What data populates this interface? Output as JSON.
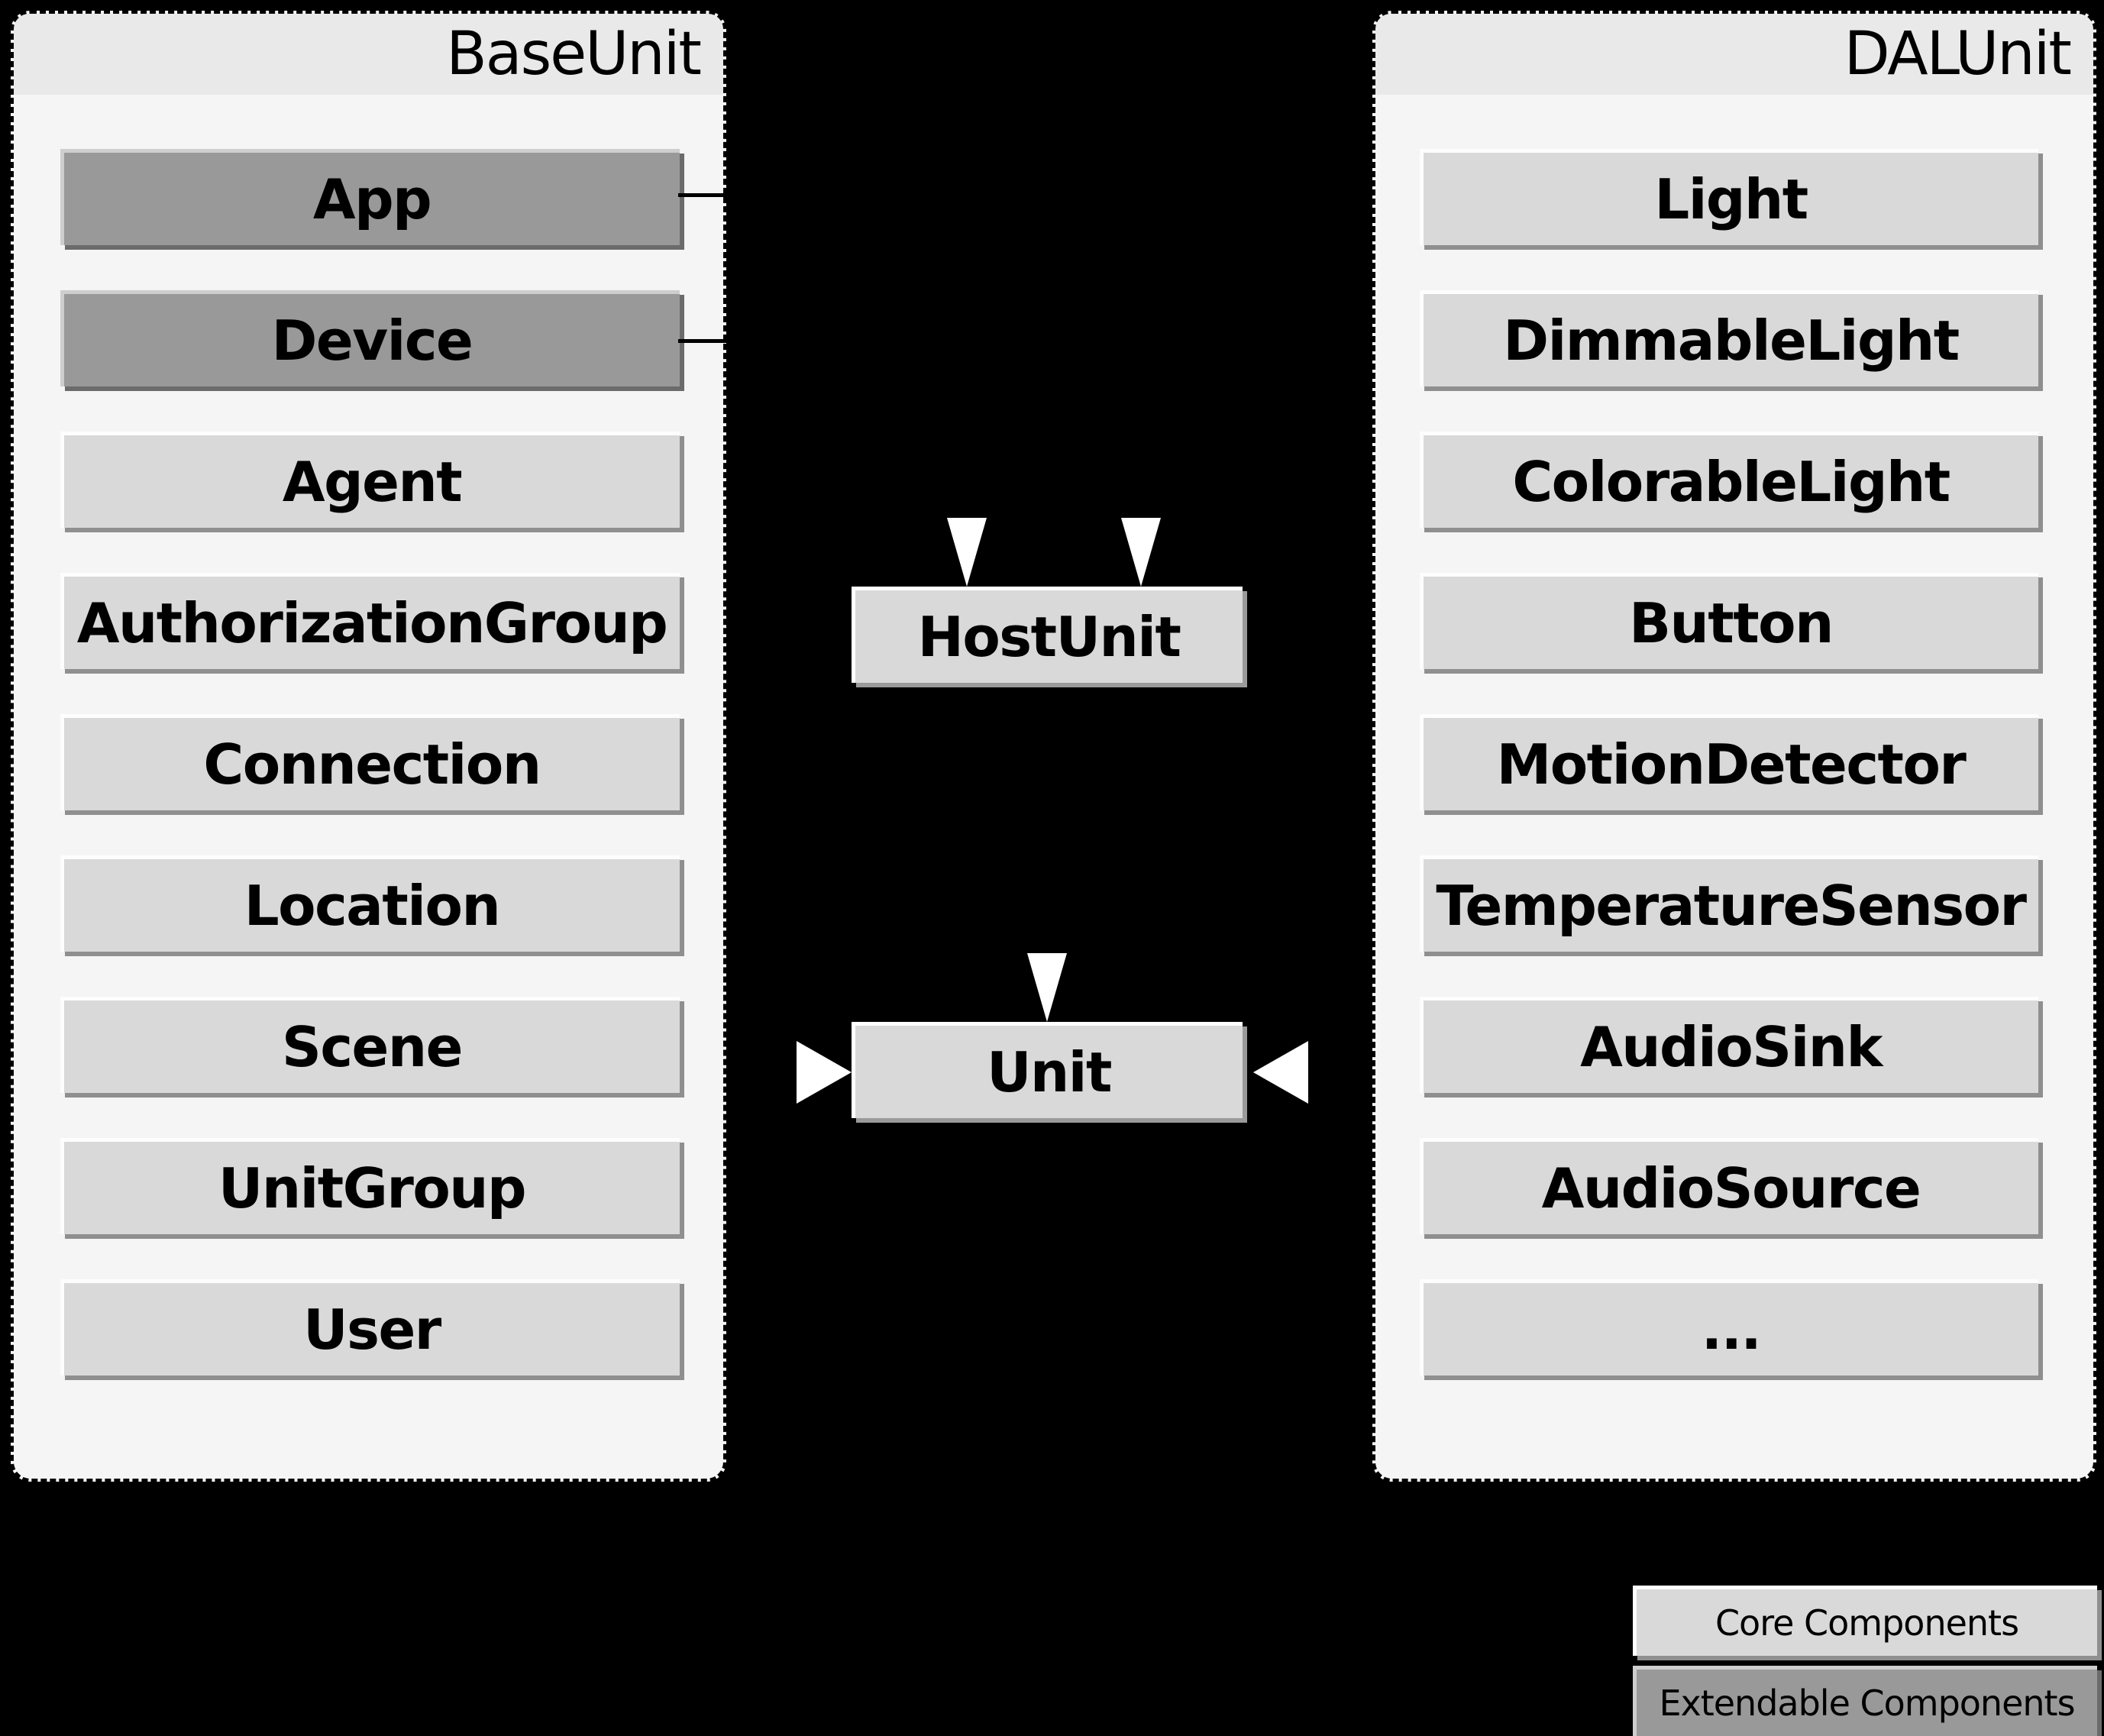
{
  "colors": {
    "background": "#000000",
    "panel_bg": "#f5f5f5",
    "panel_header_bg": "#e9e9e9",
    "core_fill": "#d9d9d9",
    "extendable_fill": "#999999",
    "bevel_highlight": "#fdfdfd",
    "bevel_shadow": "#8f8f8f",
    "arrowhead": "#ffffff",
    "text": "#000000"
  },
  "panels": [
    {
      "title": "BaseUnit",
      "items": [
        {
          "label": "App",
          "variant": "extendable"
        },
        {
          "label": "Device",
          "variant": "extendable"
        },
        {
          "label": "Agent",
          "variant": "core"
        },
        {
          "label": "AuthorizationGroup",
          "variant": "core"
        },
        {
          "label": "Connection",
          "variant": "core"
        },
        {
          "label": "Location",
          "variant": "core"
        },
        {
          "label": "Scene",
          "variant": "core"
        },
        {
          "label": "UnitGroup",
          "variant": "core"
        },
        {
          "label": "User",
          "variant": "core"
        }
      ]
    },
    {
      "title": "DALUnit",
      "items": [
        {
          "label": "Light",
          "variant": "core"
        },
        {
          "label": "DimmableLight",
          "variant": "core"
        },
        {
          "label": "ColorableLight",
          "variant": "core"
        },
        {
          "label": "Button",
          "variant": "core"
        },
        {
          "label": "MotionDetector",
          "variant": "core"
        },
        {
          "label": "TemperatureSensor",
          "variant": "core"
        },
        {
          "label": "AudioSink",
          "variant": "core"
        },
        {
          "label": "AudioSource",
          "variant": "core"
        },
        {
          "label": "...",
          "variant": "core"
        }
      ]
    }
  ],
  "center_nodes": {
    "host_label": "HostUnit",
    "unit_label": "Unit"
  },
  "legend": {
    "items": [
      {
        "label": "Core Components",
        "variant": "core"
      },
      {
        "label": "Extendable Components",
        "variant": "extendable"
      }
    ]
  }
}
